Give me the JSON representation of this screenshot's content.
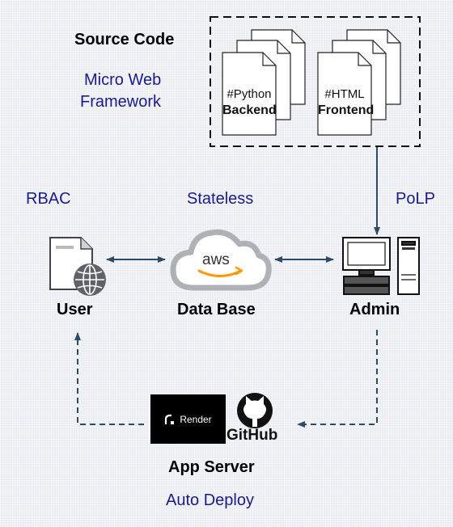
{
  "source_code": {
    "title": "Source Code",
    "framework_line1": "Micro Web",
    "framework_line2": "Framework",
    "python_doc": {
      "tag": "#Python",
      "name": "Backend"
    },
    "html_doc": {
      "tag": "#HTML",
      "name": "Frontend"
    }
  },
  "principles": {
    "rbac": "RBAC",
    "stateless": "Stateless",
    "polp": "PoLP"
  },
  "nodes": {
    "user": "User",
    "database": "Data Base",
    "admin": "Admin",
    "app_server": "App Server",
    "auto_deploy": "Auto Deploy"
  },
  "logos": {
    "aws": "aws",
    "render": "Render",
    "github": "GitHub"
  },
  "colors": {
    "accent_text": "#1a1a8c",
    "arrow": "#2f4a66",
    "background": "#e9edf2"
  }
}
